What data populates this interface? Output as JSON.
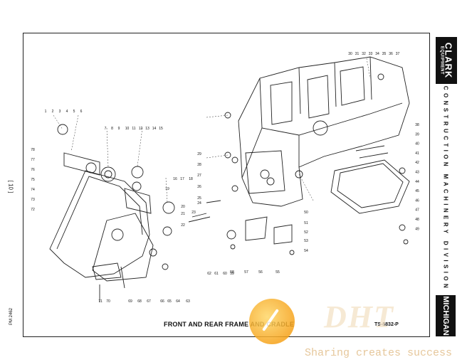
{
  "brand": {
    "name": "CLARK",
    "sub": "EQUIPMENT"
  },
  "division": "CONSTRUCTION MACHINERY DIVISION",
  "badge": "MICHIGAN",
  "page_number": "[ 10 ]",
  "form_number": "PM 2462",
  "figure_title": "FRONT AND REAR FRAME AND CRADLE",
  "figure_code": "TS-8832-P",
  "watermark": {
    "logo": "DHT",
    "tagline": "Sharing creates success"
  },
  "callouts": {
    "top_left": [
      "1",
      "2",
      "3",
      "4",
      "5",
      "6"
    ],
    "mid_left": [
      "7",
      "8",
      "9",
      "10",
      "11",
      "12",
      "13",
      "14",
      "15"
    ],
    "left_side": [
      "78",
      "77",
      "76",
      "75",
      "74",
      "73",
      "72"
    ],
    "center": [
      "16",
      "17",
      "18",
      "19",
      "20",
      "21",
      "22",
      "23",
      "24",
      "25",
      "26",
      "27",
      "28",
      "29"
    ],
    "top_right": [
      "30",
      "31",
      "32",
      "33",
      "34",
      "35",
      "36",
      "37"
    ],
    "right_side": [
      "38",
      "39",
      "40",
      "41",
      "42",
      "43",
      "44",
      "45",
      "46",
      "47",
      "48",
      "49"
    ],
    "lower_right": [
      "50",
      "51",
      "52",
      "53",
      "54",
      "55",
      "56",
      "57",
      "58"
    ],
    "bottom": [
      "59",
      "60",
      "61",
      "62",
      "63",
      "64",
      "65",
      "66",
      "67",
      "68",
      "69",
      "70",
      "71"
    ]
  }
}
